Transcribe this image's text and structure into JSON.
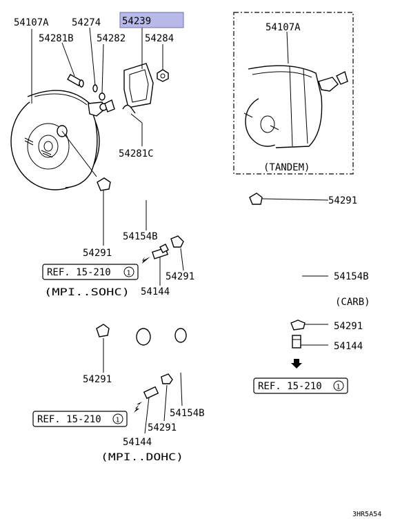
{
  "labels": {
    "booster_main": "54107A",
    "pin_54274": "54274",
    "gasket_54239": "54239",
    "stud_54281b": "54281B",
    "washer_54282": "54282",
    "nut_54284": "54284",
    "clip_54281c": "54281C",
    "hose_sohc": "54154B",
    "clamp_sohc_1": "54291",
    "clamp_sohc_2": "54291",
    "valve_sohc": "54144",
    "booster_tandem": "54107A",
    "clamp_carb_1": "54291",
    "hose_carb": "54154B",
    "clamp_carb_2": "54291",
    "valve_carb": "54144",
    "clamp_dohc_1": "54291",
    "hose_dohc": "54154B",
    "clamp_dohc_2": "54291",
    "valve_dohc": "54144"
  },
  "captions": {
    "tandem": "(TANDEM)",
    "sohc": "(MPI..SOHC)",
    "carb": "(CARB)",
    "dohc": "(MPI..DOHC)"
  },
  "refs": {
    "ref_sohc": "REF. 15-210",
    "ref_carb": "REF. 15-210",
    "ref_dohc": "REF. 15-210",
    "ref_num": "1"
  },
  "diagram_code": "3HR5A54",
  "colors": {
    "highlight": "#b7b9e8",
    "line": "#000000"
  }
}
